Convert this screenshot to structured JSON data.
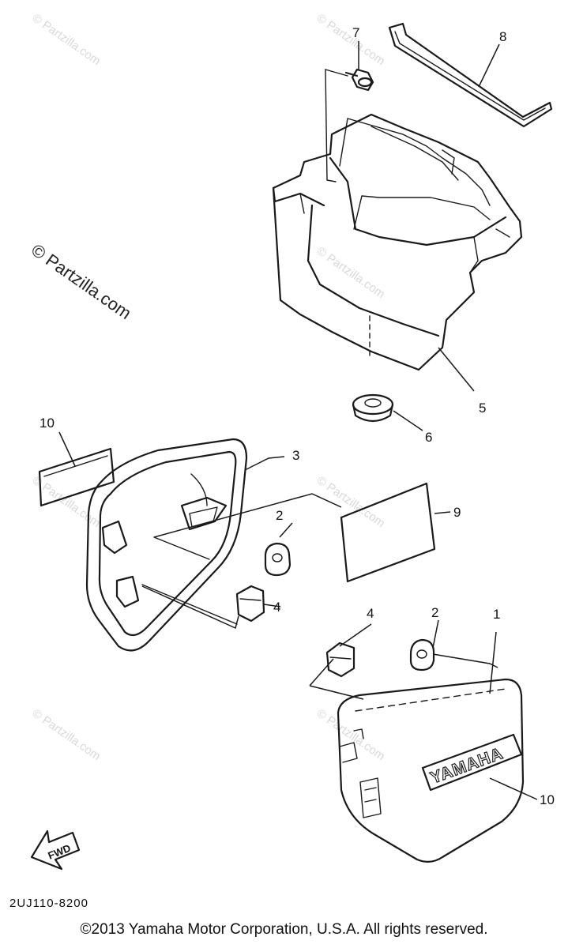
{
  "watermark_text": "© Partzilla.com",
  "callouts": [
    "1",
    "2",
    "2",
    "3",
    "4",
    "4",
    "5",
    "6",
    "7",
    "8",
    "9",
    "10",
    "10"
  ],
  "fwd_label": "FWD",
  "emblem_text": "YAMAHA",
  "diagram_code": "2UJ110-8200",
  "copyright": "©2013 Yamaha Motor Corporation, U.S.A. All rights reserved."
}
